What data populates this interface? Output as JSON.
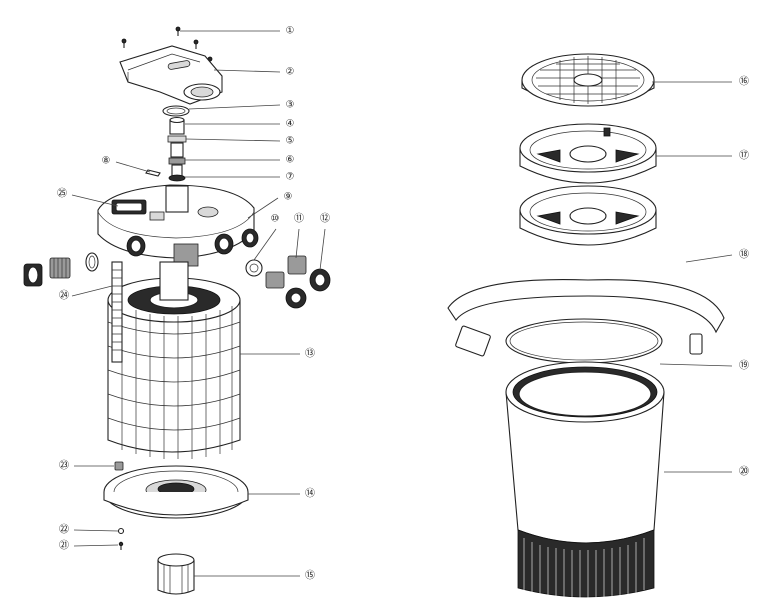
{
  "figure": {
    "type": "exploded-parts-diagram",
    "callouts": [
      "①",
      "②",
      "③",
      "④",
      "⑤",
      "⑥",
      "⑦",
      "⑧",
      "⑨",
      "⑩",
      "⑪",
      "⑫",
      "⑬",
      "⑭",
      "⑮",
      "⑯",
      "⑰",
      "⑱",
      "⑲",
      "⑳",
      "㉑",
      "㉒",
      "㉓",
      "㉔",
      "㉕"
    ]
  }
}
